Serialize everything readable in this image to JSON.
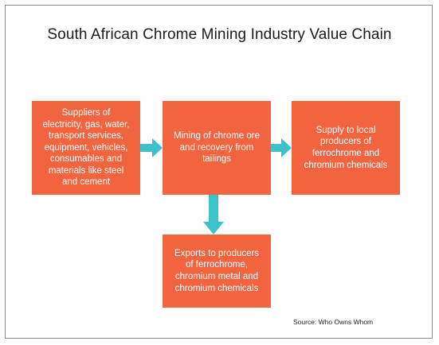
{
  "title": "South African Chrome Mining Industry Value Chain",
  "boxes": {
    "suppliers": "Suppliers of\nelectricity, gas, water,\ntransport services,\nequipment, vehicles,\nconsumables and\nmaterials like steel\nand cement",
    "mining": "Mining of chrome ore\nand recovery from\ntailings",
    "supply": "Supply to local\nproducers of\nferrochrome and\nchromium chemicals",
    "exports": "Exports to producers\nof ferrochrome,\nchromium metal and\nchromium chemicals"
  },
  "source": "Source: Who Owns Whom",
  "colors": {
    "box": "#f26440",
    "arrow": "#3cc2cc",
    "box_text": "#ffffff"
  }
}
